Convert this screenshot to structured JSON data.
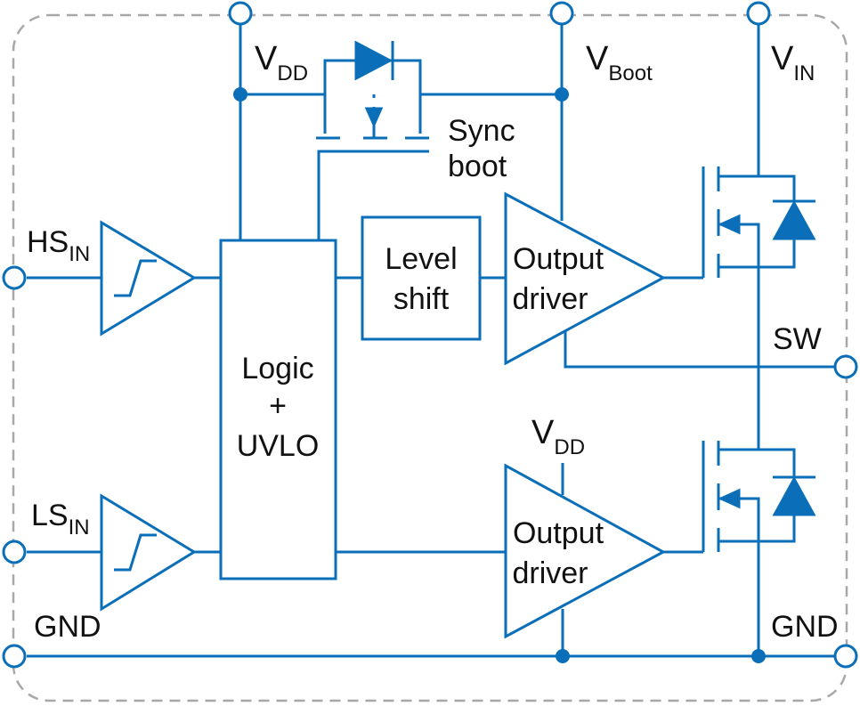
{
  "labels": {
    "vdd_main": "V",
    "vdd_main_sub": "DD",
    "vboot": "V",
    "vboot_sub": "Boot",
    "vin": "V",
    "vin_sub": "IN",
    "sync_line1": "Sync",
    "sync_line2": "boot",
    "hs_in": "HS",
    "hs_in_sub": "IN",
    "ls_in": "LS",
    "ls_in_sub": "IN",
    "gnd_left": "GND",
    "gnd_right": "GND",
    "sw": "SW",
    "vdd_low": "V",
    "vdd_low_sub": "DD"
  },
  "blocks": {
    "logic_line1": "Logic",
    "logic_line2": "+",
    "logic_line3": "UVLO",
    "level_line1": "Level",
    "level_line2": "shift",
    "driver_top_line1": "Output",
    "driver_top_line2": "driver",
    "driver_bot_line1": "Output",
    "driver_bot_line2": "driver"
  },
  "colors": {
    "wire": "#0a6fb8",
    "border": "#a8a8a8",
    "text": "#111111"
  }
}
